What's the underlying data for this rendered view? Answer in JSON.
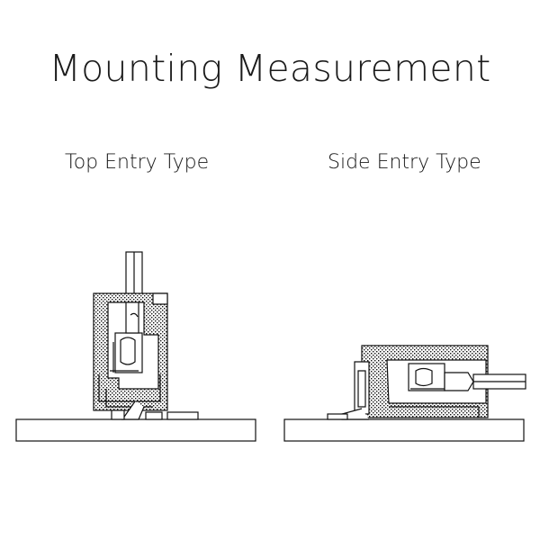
{
  "title": "Mounting Measurement",
  "views": [
    {
      "label": "Top Entry Type"
    },
    {
      "label": "Side Entry Type"
    }
  ]
}
